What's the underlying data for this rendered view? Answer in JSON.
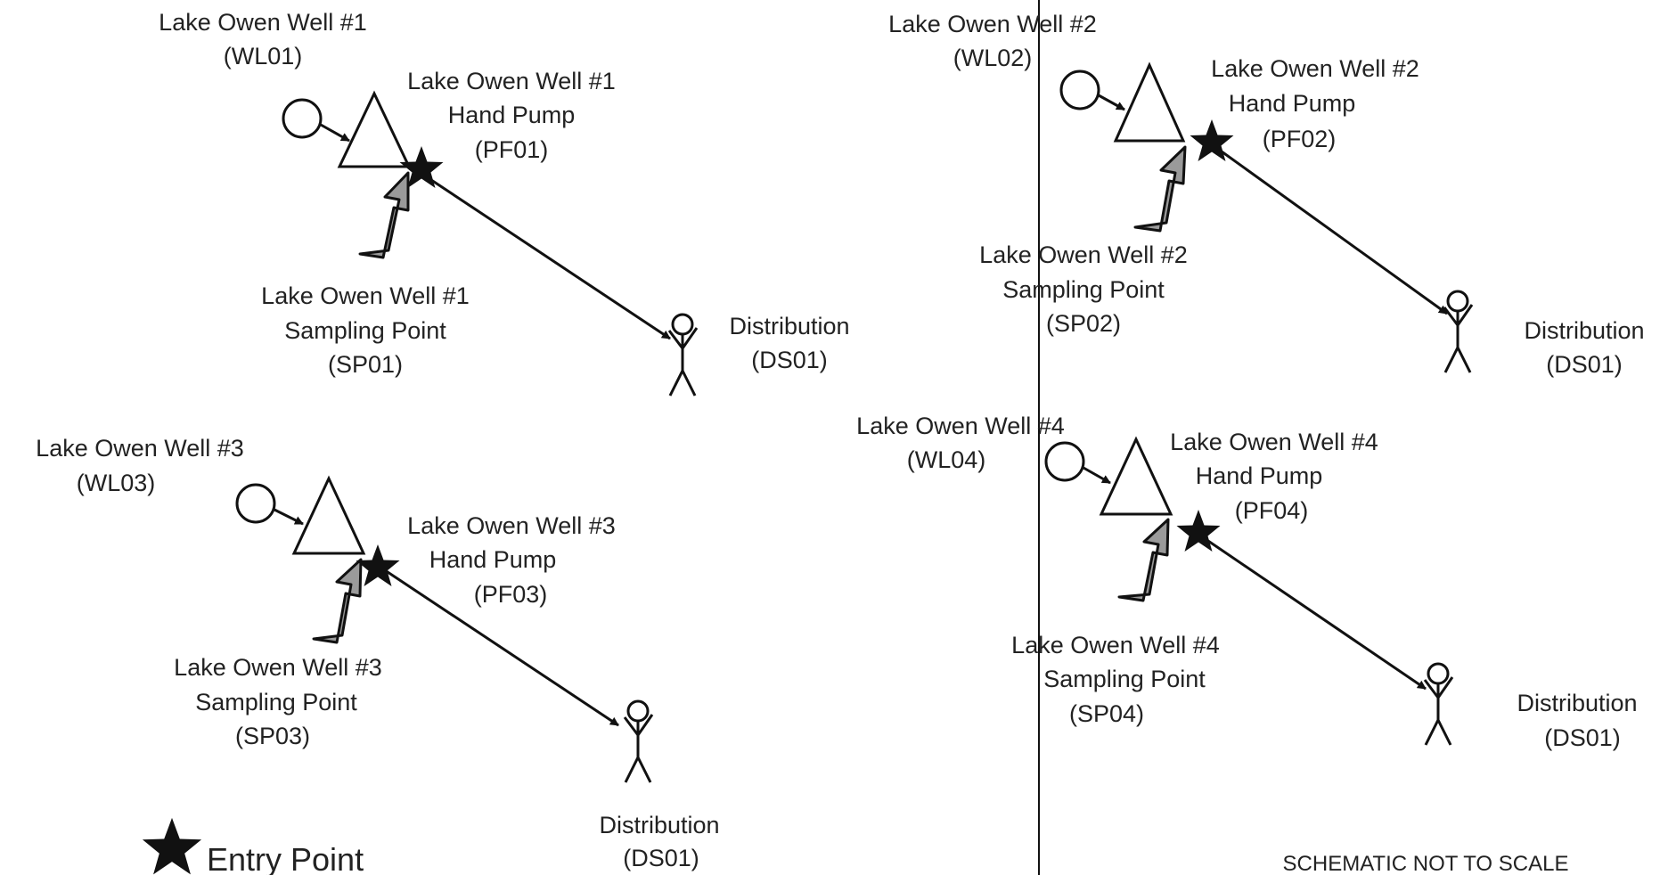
{
  "colors": {
    "ink": "#111111",
    "star": "#111111",
    "arrow_fill": "#9a9a9a",
    "background": "#ffffff"
  },
  "systems": [
    {
      "well": {
        "line1": "Lake Owen  Well #1",
        "line2": "(WL01)",
        "icon": "circle-well-icon"
      },
      "pump": {
        "line1": "Lake Owen Well #1",
        "line2": "Hand Pump",
        "line3": "(PF01)",
        "icon": "triangle-pump-icon"
      },
      "sampling": {
        "line1": "Lake Owen Well #1",
        "line2": "Sampling Point",
        "line3": "(SP01)",
        "icon": "sampling-arrow-icon"
      },
      "distribution": {
        "line1": "Distribution",
        "line2": "(DS01)",
        "icon": "stick-figure-icon"
      }
    },
    {
      "well": {
        "line1": "Lake Owen  Well #2",
        "line2": "(WL02)",
        "icon": "circle-well-icon"
      },
      "pump": {
        "line1": "Lake Owen Well #2",
        "line2": "Hand Pump",
        "line3": "(PF02)",
        "icon": "triangle-pump-icon"
      },
      "sampling": {
        "line1": "Lake Owen Well #2",
        "line2": "Sampling Point",
        "line3": "(SP02)",
        "icon": "sampling-arrow-icon"
      },
      "distribution": {
        "line1": "Distribution",
        "line2": "(DS01)",
        "icon": "stick-figure-icon"
      }
    },
    {
      "well": {
        "line1": "Lake Owen  Well #3",
        "line2": "(WL03)",
        "icon": "circle-well-icon"
      },
      "pump": {
        "line1": "Lake Owen Well #3",
        "line2": "Hand Pump",
        "line3": "(PF03)",
        "icon": "triangle-pump-icon"
      },
      "sampling": {
        "line1": "Lake Owen Well #3",
        "line2": "Sampling Point",
        "line3": "(SP03)",
        "icon": "sampling-arrow-icon"
      },
      "distribution": {
        "line1": "Distribution",
        "line2": "(DS01)",
        "icon": "stick-figure-icon"
      }
    },
    {
      "well": {
        "line1": "Lake Owen  Well #4",
        "line2": "(WL04)",
        "icon": "circle-well-icon"
      },
      "pump": {
        "line1": "Lake Owen  Well #4",
        "line2": "Hand Pump",
        "line3": "(PF04)",
        "icon": "triangle-pump-icon"
      },
      "sampling": {
        "line1": "Lake Owen Well #4",
        "line2": "Sampling Point",
        "line3": "(SP04)",
        "icon": "sampling-arrow-icon"
      },
      "distribution": {
        "line1": "Distribution",
        "line2": "(DS01)",
        "icon": "stick-figure-icon"
      }
    }
  ],
  "legend": {
    "label": "Entry Point",
    "icon": "star-icon"
  },
  "note": "SCHEMATIC NOT TO SCALE"
}
